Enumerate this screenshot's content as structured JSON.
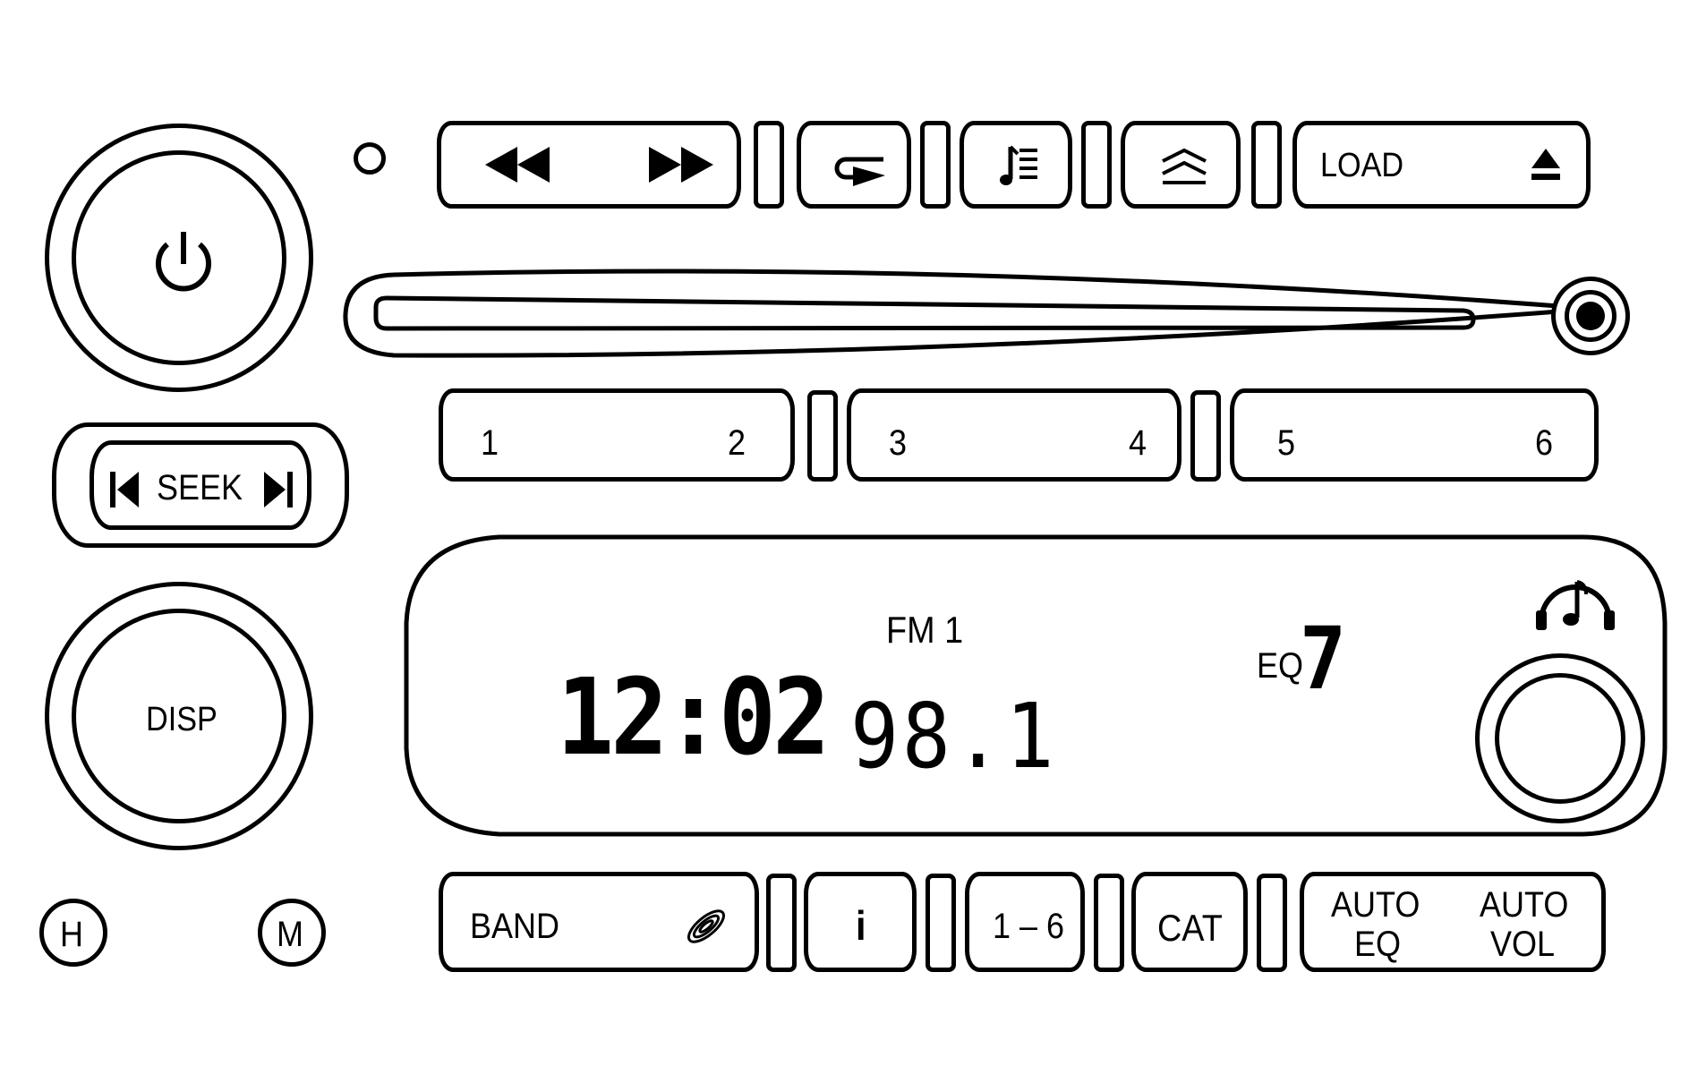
{
  "buttons": {
    "load_label": "LOAD",
    "seek_label": "SEEK",
    "disp_label": "DISP",
    "h_label": "H",
    "m_label": "M",
    "band_label": "BAND",
    "info_label": "i",
    "range_label": "1 – 6",
    "cat_label": "CAT",
    "auto_eq_label": "AUTO\nEQ",
    "auto_eq_line1": "AUTO",
    "auto_eq_line2": "EQ",
    "auto_vol_line1": "AUTO",
    "auto_vol_line2": "VOL"
  },
  "presets": [
    "1",
    "2",
    "3",
    "4",
    "5",
    "6"
  ],
  "display": {
    "band": "FM 1",
    "clock": "12:02",
    "frequency": "98.1",
    "eq_label": "EQ",
    "eq_value": "7"
  },
  "icons": {
    "power": "power-icon",
    "rewind": "rewind-icon",
    "fast_forward": "fast-forward-icon",
    "repeat": "repeat-icon",
    "music_list": "music-list-icon",
    "scan": "scan-icon",
    "eject": "eject-icon",
    "aux_jack": "aux-jack-icon",
    "seek_back": "seek-back-icon",
    "seek_forward": "seek-forward-icon",
    "satellite": "satellite-icon",
    "audio_note": "music-note-icon"
  },
  "colors": {
    "line": "#000000",
    "background": "#ffffff"
  }
}
